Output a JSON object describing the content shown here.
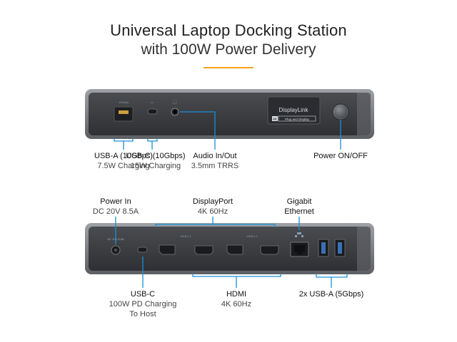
{
  "header": {
    "title": "Universal Laptop Docking Station",
    "subtitle": "with 100W Power Delivery"
  },
  "front": {
    "badge_top": "DisplayLink",
    "badge_bottom_a": "4K",
    "badge_bottom_b": "Plug and Display",
    "labels": {
      "usb_a_title": "USB-A (10Gbps)",
      "usb_a_sub": "7.5W Charging",
      "usb_c_title": "USB-C (10Gbps)",
      "usb_c_sub": "15W Charging",
      "audio_title": "Audio In/Out",
      "audio_sub": "3.5mm TRRS",
      "power_title": "Power ON/OFF"
    }
  },
  "back": {
    "labels": {
      "power_in_title": "Power In",
      "power_in_sub": "DC 20V 8.5A",
      "displayport_title": "DisplayPort",
      "displayport_sub": "4K 60Hz",
      "ethernet_line1": "Gigabit",
      "ethernet_line2": "Ethernet",
      "usbc_title": "USB-C",
      "usbc_sub1": "100W PD Charging",
      "usbc_sub2": "To Host",
      "hdmi_title": "HDMI",
      "hdmi_sub": "4K 60Hz",
      "usba_title": "2x USB-A (5Gbps)"
    }
  },
  "colors": {
    "accent": "#1a8fd6",
    "body": "#86898f",
    "panel": "#3a3c40",
    "title_rule": "#f2a31b"
  }
}
